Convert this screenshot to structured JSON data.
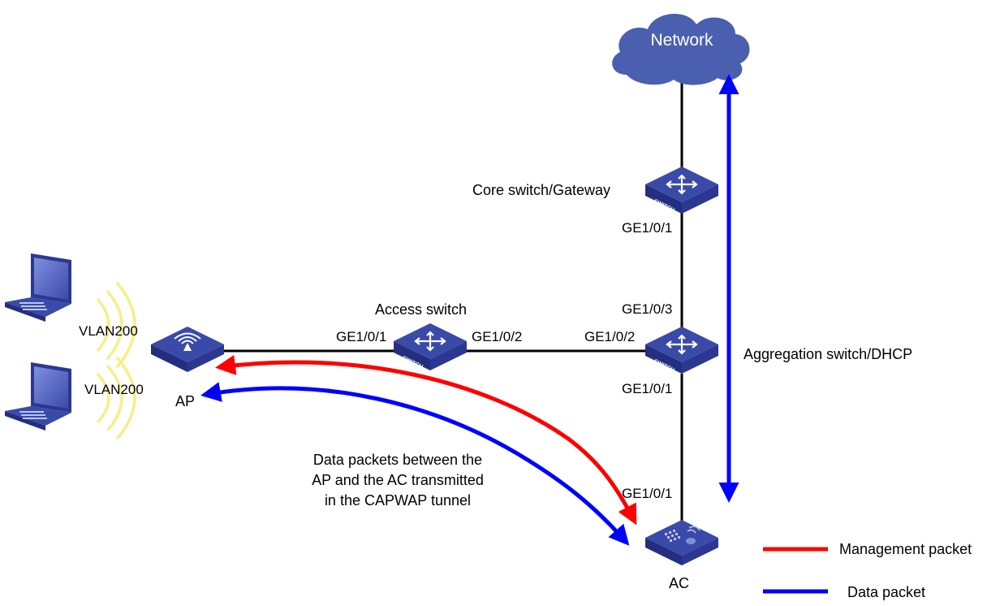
{
  "cloud": {
    "label": "Network"
  },
  "devices": {
    "core_switch": {
      "label": "Core switch/Gateway",
      "badge": "SWITCH",
      "port_down": "GE1/0/1"
    },
    "aggregation_switch": {
      "label": "Aggregation switch/DHCP",
      "badge": "SWITCH",
      "port_up": "GE1/0/3",
      "port_left": "GE1/0/2",
      "port_down": "GE1/0/1"
    },
    "access_switch": {
      "label": "Access switch",
      "badge": "SWITCH",
      "port_left": "GE1/0/1",
      "port_right": "GE1/0/2"
    },
    "ap": {
      "label": "AP"
    },
    "ac": {
      "label": "AC",
      "port_up": "GE1/0/1"
    }
  },
  "clients": [
    {
      "vlan": "VLAN200"
    },
    {
      "vlan": "VLAN200"
    }
  ],
  "tunnel_note": {
    "lines": [
      "Data packets between the",
      "AP and the AC transmitted",
      "in the CAPWAP tunnel"
    ]
  },
  "legend": {
    "items": [
      {
        "label": "Management packet",
        "color": "#ff0000"
      },
      {
        "label": "Data packet",
        "color": "#0000ff"
      }
    ]
  },
  "colors": {
    "device_top": "#3a4aa8",
    "device_side": "#232f7e",
    "cloud": "#4b5fb0",
    "management": "#ff0000",
    "data": "#0000ff",
    "wireless": "#f5ef8a"
  }
}
